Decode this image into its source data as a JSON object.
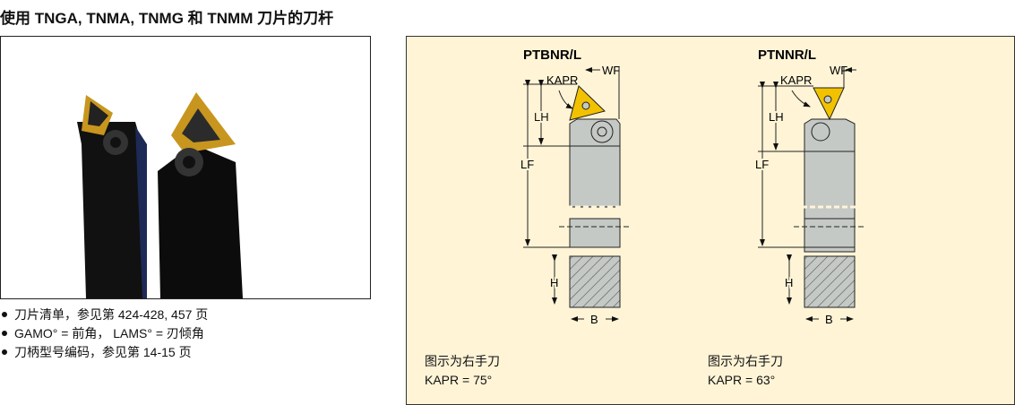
{
  "title": "使用 TNGA, TNMA, TNMG 和 TNMM 刀片的刀杆",
  "notes": [
    "刀片清单，参见第 424-428, 457 页",
    "GAMO° = 前角， LAMS° = 刃倾角",
    "刀柄型号编码，参见第 14-15 页"
  ],
  "diagrams": [
    {
      "name": "PTBNR/L",
      "labels": {
        "kapr": "KAPR",
        "wf": "WF",
        "lh": "LH",
        "lf": "LF",
        "h": "H",
        "b": "B"
      },
      "caption": "图示为右手刀",
      "kapr_value": "KAPR = 75°"
    },
    {
      "name": "PTNNR/L",
      "labels": {
        "kapr": "KAPR",
        "wf": "WF",
        "lh": "LH",
        "lf": "LF",
        "h": "H",
        "b": "B"
      },
      "caption": "图示为右手刀",
      "kapr_value": "KAPR = 63°"
    }
  ],
  "colors": {
    "insert": "#f2c200",
    "holder": "#c5c9c6",
    "panel": "#fff4d6"
  }
}
